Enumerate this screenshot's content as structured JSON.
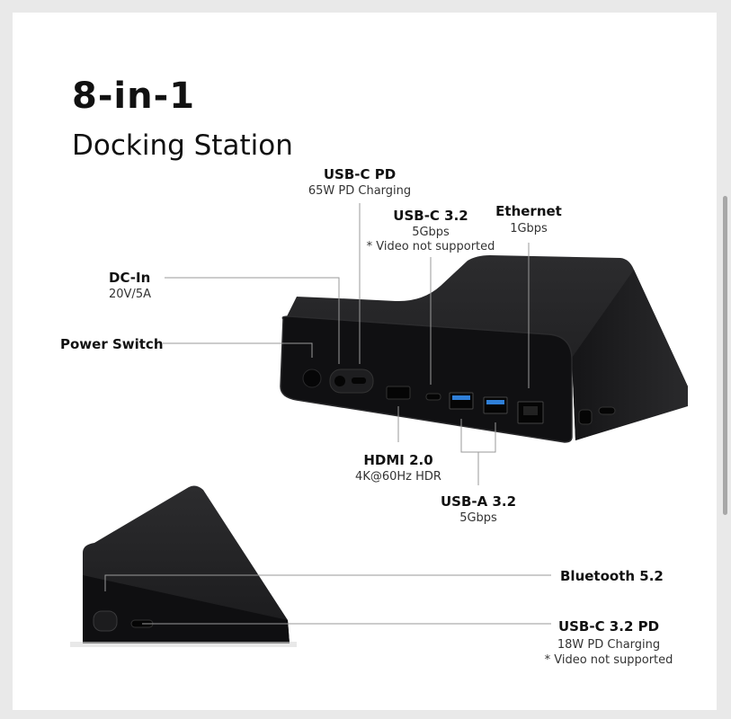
{
  "header": {
    "title": "8-in-1",
    "subtitle": "Docking Station"
  },
  "callouts": {
    "usbc_pd": {
      "label": "USB-C PD",
      "detail": "65W PD Charging"
    },
    "usbc_32": {
      "label": "USB-C 3.2",
      "detail": "5Gbps",
      "note": "* Video not supported"
    },
    "ethernet": {
      "label": "Ethernet",
      "detail": "1Gbps"
    },
    "dc_in": {
      "label": "DC-In",
      "detail": "20V/5A"
    },
    "power_switch": {
      "label": "Power Switch"
    },
    "hdmi": {
      "label": "HDMI 2.0",
      "detail": "4K@60Hz HDR"
    },
    "usba": {
      "label": "USB-A 3.2",
      "detail": "5Gbps"
    },
    "bluetooth": {
      "label": "Bluetooth 5.2"
    },
    "usbc_side": {
      "label": "USB-C 3.2 PD",
      "detail": "18W PD Charging",
      "note": "* Video not supported"
    }
  },
  "colors": {
    "device_body": "#1c1c1e",
    "device_face": "#101012",
    "usb_a_tongue": "#2f7fd8",
    "leader_line": "#9a9a9a",
    "background": "#ffffff"
  }
}
